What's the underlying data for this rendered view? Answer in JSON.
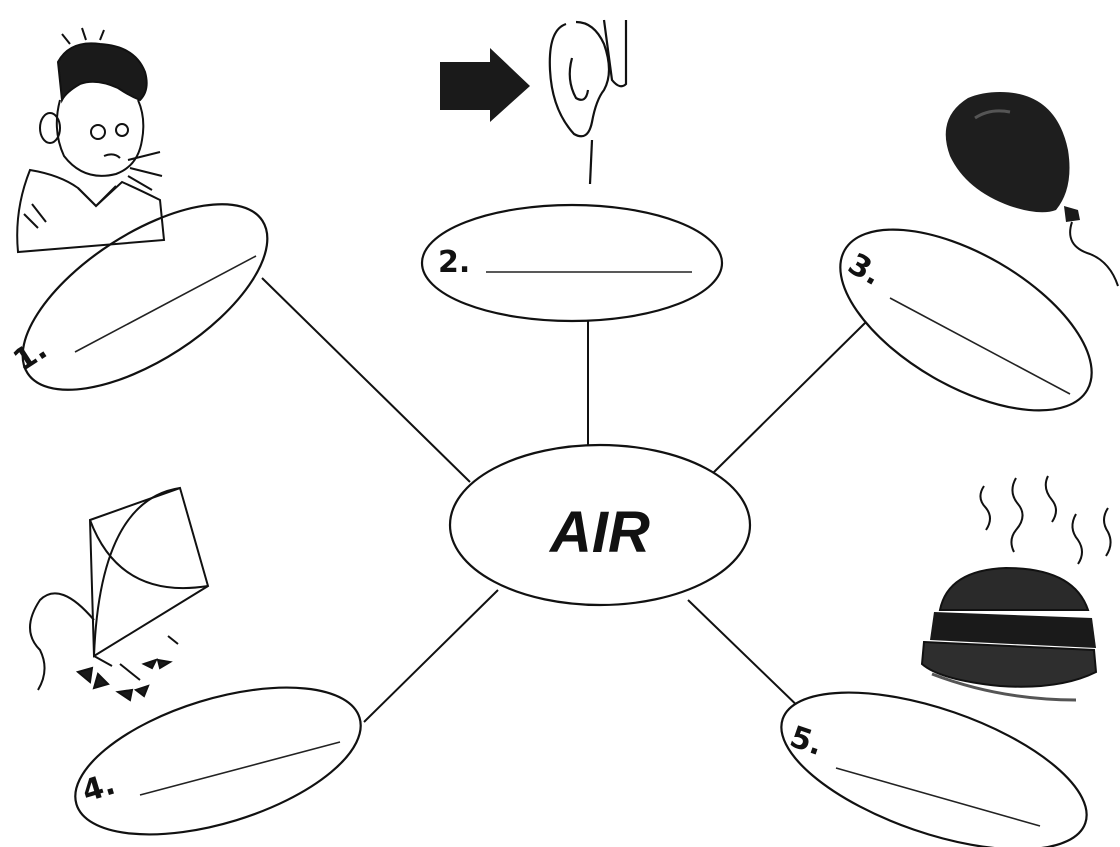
{
  "center": {
    "label": "AIR"
  },
  "nodes": [
    {
      "number": "1.",
      "picture": "boy-blowing-air"
    },
    {
      "number": "2.",
      "picture": "arrow-to-ear"
    },
    {
      "number": "3.",
      "picture": "balloon"
    },
    {
      "number": "4.",
      "picture": "kite"
    },
    {
      "number": "5.",
      "picture": "hot-hamburger"
    }
  ]
}
